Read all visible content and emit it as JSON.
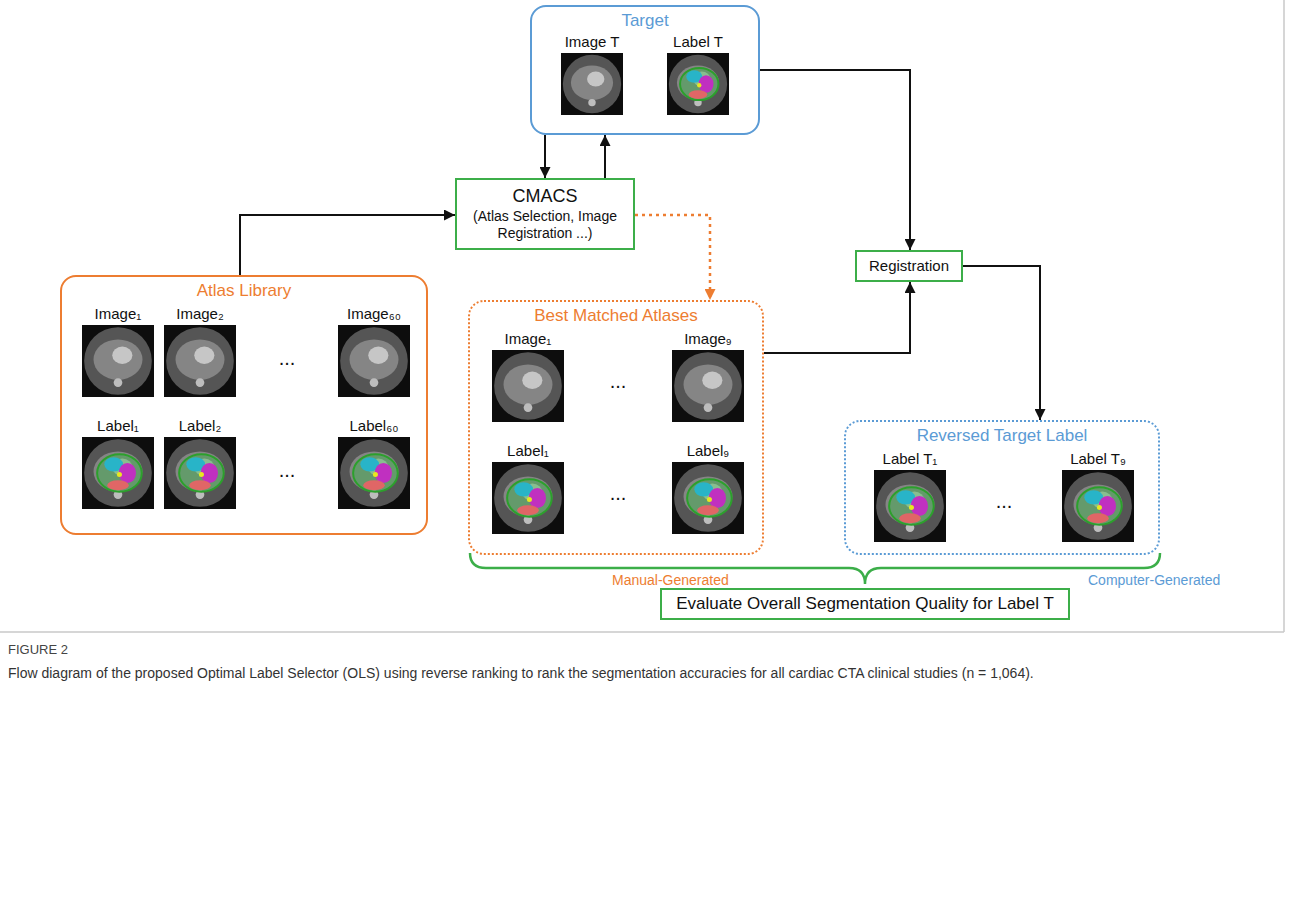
{
  "diagram": {
    "caption": "Flow diagram of the proposed Optimal Label Selector (OLS) using reverse ranking to rank the segmentation accuracies for all cardiac CTA clinical studies (n = 1,064).",
    "nodes": [
      {
        "text": [
          "Target"
        ]
      },
      {
        "text": [
          "Image T"
        ],
        "in": 0
      },
      {
        "text": [
          "Label T"
        ],
        "in": 0
      },
      {
        "text": [
          "CMACS",
          "(Atlas Selection, Image Registration ...)"
        ]
      },
      {
        "text": [
          "Registration"
        ]
      },
      {
        "text": [
          "Atlas Library"
        ]
      },
      {
        "text": [
          "Image₁"
        ],
        "in": 5
      },
      {
        "text": [
          "Image₂"
        ],
        "in": 5
      },
      {
        "text": [
          "Image₆₀"
        ],
        "in": 5
      },
      {
        "text": [
          "Label₁"
        ],
        "in": 5
      },
      {
        "text": [
          "Label₂"
        ],
        "in": 5
      },
      {
        "text": [
          "Label₆₀"
        ],
        "in": 5
      },
      {
        "text": [
          "Best Matched Atlases"
        ]
      },
      {
        "text": [
          "Image₁"
        ],
        "in": 12
      },
      {
        "text": [
          "Image₉"
        ],
        "in": 12
      },
      {
        "text": [
          "Label₁"
        ],
        "in": 12
      },
      {
        "text": [
          "Label₉"
        ],
        "in": 12
      },
      {
        "text": [
          "Reversed Target Label"
        ]
      },
      {
        "text": [
          "Label T₁"
        ],
        "in": 17
      },
      {
        "text": [
          "Label T₉"
        ],
        "in": 17
      },
      {
        "text": [
          "Evaluate Overall Segmentation Quality for Label T"
        ]
      }
    ],
    "edges": [
      {
        "from": 0,
        "to": 3,
        "arrow": "to"
      },
      {
        "from": 3,
        "to": 0,
        "arrow": "to"
      },
      {
        "from": 5,
        "to": 3,
        "arrow": "to"
      },
      {
        "from": 3,
        "to": 12,
        "arrow": "to"
      },
      {
        "from": 0,
        "to": 4,
        "arrow": "to"
      },
      {
        "from": 12,
        "to": 4,
        "arrow": "to"
      },
      {
        "from": 4,
        "to": 17,
        "arrow": "to"
      }
    ],
    "labels": [
      "...",
      "...",
      "...",
      "...",
      "...",
      "Manual-Generated",
      "Computer-Generated",
      "FIGURE 2"
    ]
  }
}
